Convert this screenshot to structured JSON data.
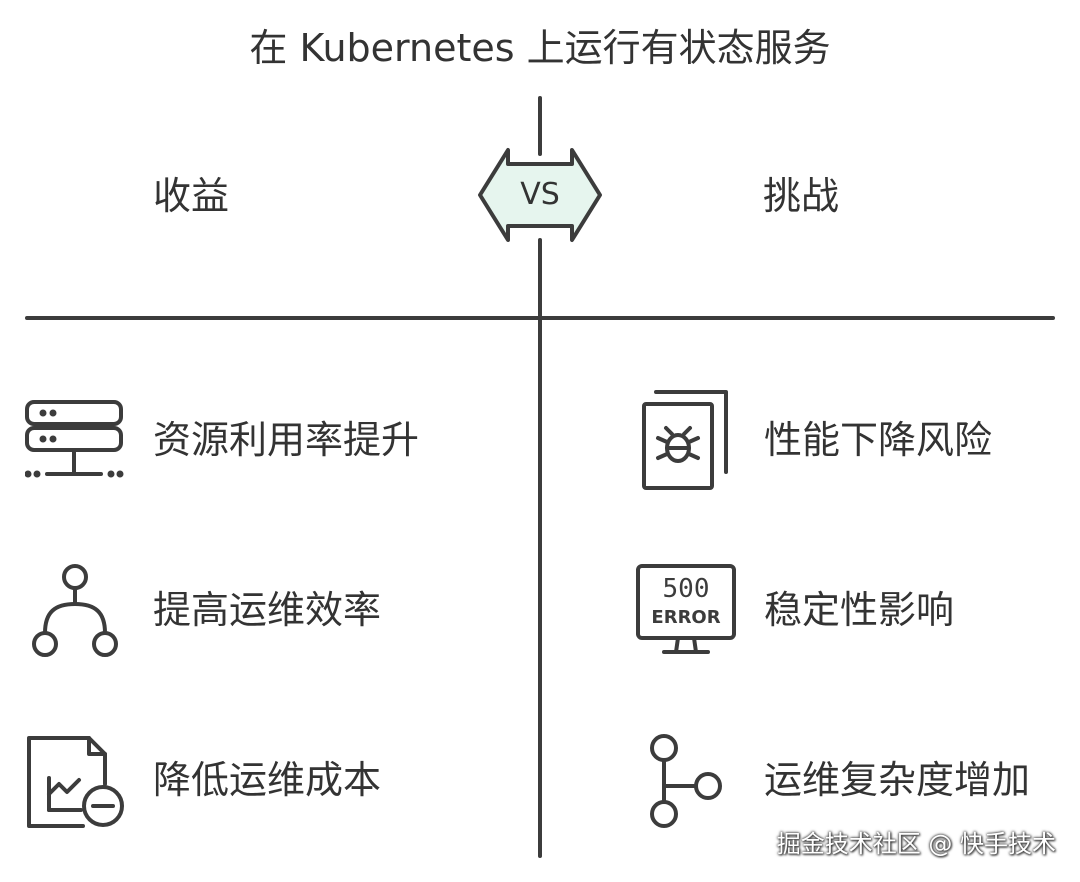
{
  "title": "在 Kubernetes 上运行有状态服务",
  "vs_label": "VS",
  "colors": {
    "line": "#3c3c3c",
    "text": "#333333",
    "vs_fill": "#e6f5ee"
  },
  "left_column": {
    "heading": "收益",
    "items": [
      {
        "label": "资源利用率提升",
        "icon": "server-rack-icon"
      },
      {
        "label": "提高运维效率",
        "icon": "hierarchy-tree-icon"
      },
      {
        "label": "降低运维成本",
        "icon": "report-chart-minus-icon"
      }
    ]
  },
  "right_column": {
    "heading": "挑战",
    "items": [
      {
        "label": "性能下降风险",
        "icon": "bug-document-icon"
      },
      {
        "label": "稳定性影响",
        "icon": "error-500-monitor-icon"
      },
      {
        "label": "运维复杂度增加",
        "icon": "branch-graph-icon"
      }
    ]
  },
  "watermark": "掘金技术社区 @ 快手技术"
}
